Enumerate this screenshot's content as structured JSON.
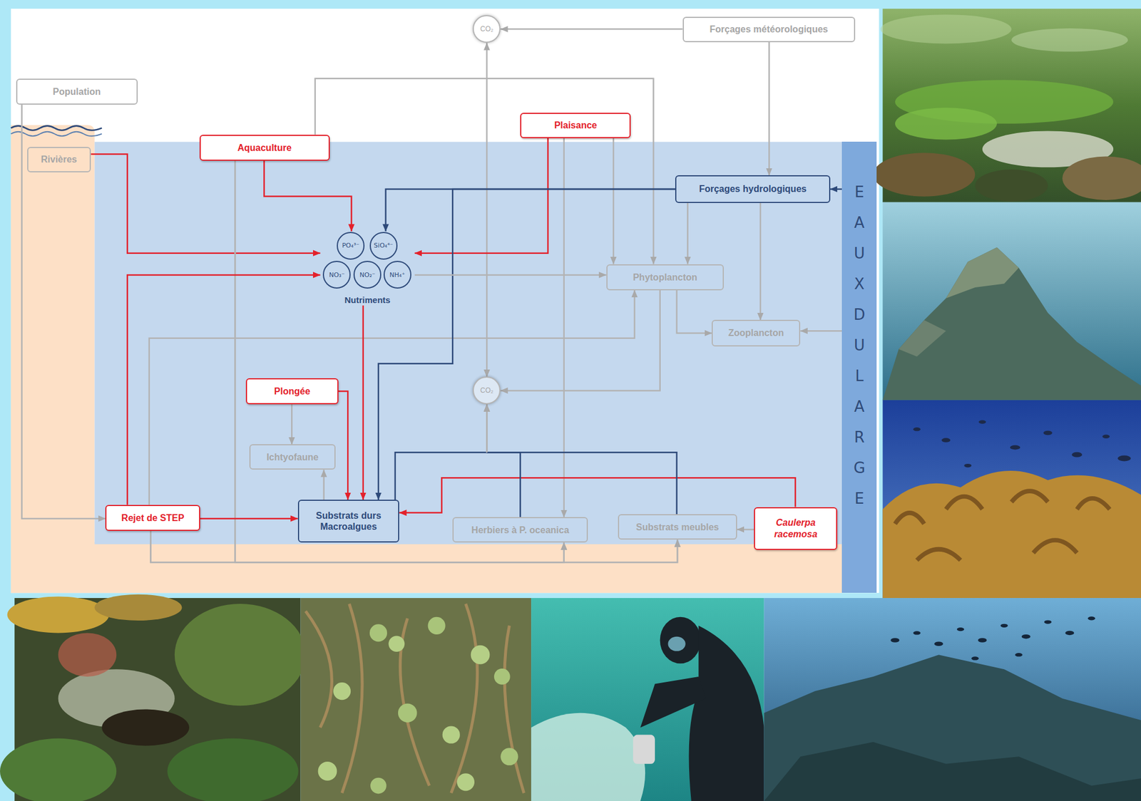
{
  "diagram": {
    "nodes": [
      {
        "text": [
          "CO₂"
        ]
      },
      {
        "text": [
          "Forçages météorologiques"
        ]
      },
      {
        "text": [
          "Population"
        ]
      },
      {
        "text": [
          "Rivières"
        ]
      },
      {
        "text": [
          "Aquaculture"
        ]
      },
      {
        "text": [
          "Plaisance"
        ]
      },
      {
        "text": [
          "Forçages hydrologiques"
        ]
      },
      {
        "text": [
          "Nutriments"
        ]
      },
      {
        "text": [
          "PO₄³⁻"
        ],
        "in": 7
      },
      {
        "text": [
          "SiO₄⁴⁻"
        ],
        "in": 7
      },
      {
        "text": [
          "NO₃⁻"
        ],
        "in": 7
      },
      {
        "text": [
          "NO₂⁻"
        ],
        "in": 7
      },
      {
        "text": [
          "NH₄⁺"
        ],
        "in": 7
      },
      {
        "text": [
          "Phytoplancton"
        ]
      },
      {
        "text": [
          "Zooplancton"
        ]
      },
      {
        "text": [
          "Plongée"
        ]
      },
      {
        "text": [
          "CO₂"
        ]
      },
      {
        "text": [
          "Ichtyofaune"
        ]
      },
      {
        "text": [
          "Rejet de STEP"
        ]
      },
      {
        "text": [
          "Substrats durs Macroalgues"
        ]
      },
      {
        "text": [
          "Herbiers à P. oceanica"
        ]
      },
      {
        "text": [
          "Substrats meubles"
        ]
      },
      {
        "text": [
          "Caulerpa racemosa"
        ]
      },
      {
        "text": [
          "EAUX DU LARGE"
        ]
      }
    ],
    "edges": [
      {
        "from": 1,
        "to": 0,
        "arrow": "to"
      },
      {
        "from": 1,
        "to": 6,
        "arrow": "to"
      },
      {
        "from": 0,
        "to": 16,
        "arrow": "both"
      },
      {
        "from": 2,
        "to": 18,
        "arrow": "to"
      },
      {
        "from": 3,
        "to": 7,
        "arrow": "to"
      },
      {
        "from": 4,
        "to": 7,
        "arrow": "to"
      },
      {
        "from": 4,
        "to": 13,
        "arrow": "to"
      },
      {
        "from": 4,
        "to": 20,
        "arrow": "to"
      },
      {
        "from": 4,
        "to": 21,
        "arrow": "to"
      },
      {
        "from": 18,
        "to": 20,
        "arrow": "to"
      },
      {
        "from": 18,
        "to": 21,
        "arrow": "to"
      },
      {
        "from": 18,
        "to": 13,
        "arrow": "to"
      },
      {
        "from": 18,
        "to": 7,
        "arrow": "to"
      },
      {
        "from": 18,
        "to": 19,
        "arrow": "to"
      },
      {
        "from": 5,
        "to": 7,
        "arrow": "to"
      },
      {
        "from": 5,
        "to": 20,
        "arrow": "to"
      },
      {
        "from": 5,
        "to": 13,
        "arrow": "to"
      },
      {
        "from": 6,
        "to": 7,
        "arrow": "to"
      },
      {
        "from": 6,
        "to": 19,
        "arrow": "to"
      },
      {
        "from": 6,
        "to": 13,
        "arrow": "to"
      },
      {
        "from": 6,
        "to": 14,
        "arrow": "to"
      },
      {
        "from": 23,
        "to": 6,
        "arrow": "to"
      },
      {
        "from": 23,
        "to": 14,
        "arrow": "to"
      },
      {
        "from": 7,
        "to": 13,
        "arrow": "to"
      },
      {
        "from": 7,
        "to": 19,
        "arrow": "to"
      },
      {
        "from": 13,
        "to": 14,
        "arrow": "to"
      },
      {
        "from": 13,
        "to": 16,
        "arrow": "to"
      },
      {
        "from": 15,
        "to": 17,
        "arrow": "to"
      },
      {
        "from": 15,
        "to": 19,
        "arrow": "to"
      },
      {
        "from": 19,
        "to": 17,
        "arrow": "to"
      },
      {
        "from": 22,
        "to": 19,
        "arrow": "to"
      },
      {
        "from": 22,
        "to": 21,
        "arrow": "to"
      },
      {
        "from": 19,
        "to": 16,
        "arrow": "to"
      },
      {
        "from": 20,
        "to": 16,
        "arrow": "to"
      },
      {
        "from": 21,
        "to": 16,
        "arrow": "to"
      }
    ]
  }
}
